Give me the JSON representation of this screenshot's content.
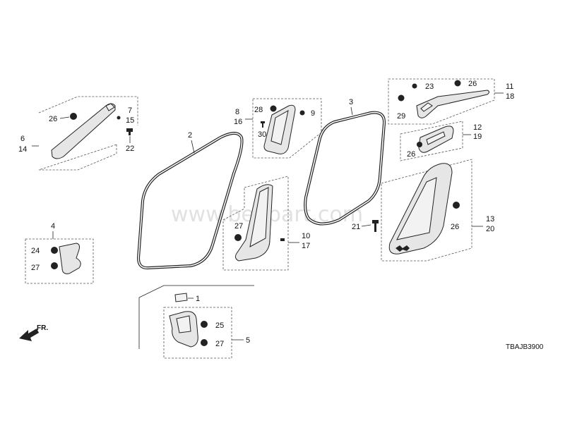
{
  "diagram": {
    "ref_code": "TBAJB3900",
    "watermark": "www.benpart.com",
    "direction_label": "FR."
  },
  "callouts": {
    "c1": "1",
    "c2": "2",
    "c3": "3",
    "c4": "4",
    "c5": "5",
    "c6": "6",
    "c7": "7",
    "c8": "8",
    "c9": "9",
    "c10": "10",
    "c11": "11",
    "c12": "12",
    "c13": "13",
    "c14": "14",
    "c15": "15",
    "c16": "16",
    "c17": "17",
    "c18": "18",
    "c19": "19",
    "c20": "20",
    "c21": "21",
    "c22": "22",
    "c23": "23",
    "c24": "24",
    "c25": "25",
    "c26a": "26",
    "c26b": "26",
    "c26c": "26",
    "c26d": "26",
    "c27a": "27",
    "c27b": "27",
    "c27c": "27",
    "c28": "28",
    "c29": "29",
    "c30": "30"
  }
}
